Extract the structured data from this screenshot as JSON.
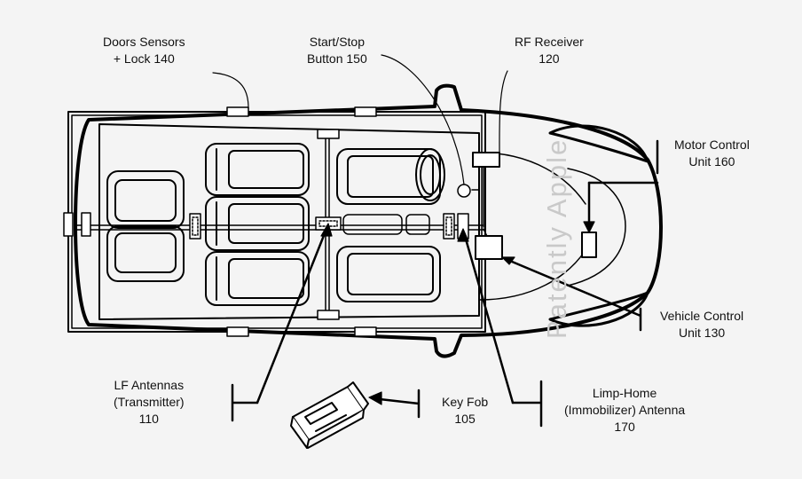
{
  "labels": {
    "doors": {
      "line1": "Doors Sensors",
      "line2": "+ Lock 140"
    },
    "start_stop": {
      "line1": "Start/Stop",
      "line2": "Button 150"
    },
    "rf_receiver": {
      "line1": "RF Receiver",
      "line2": "120"
    },
    "motor_control": {
      "line1": "Motor Control",
      "line2": "Unit 160"
    },
    "vehicle_control": {
      "line1": "Vehicle Control",
      "line2": "Unit 130"
    },
    "lf_antennas": {
      "line1": "LF Antennas",
      "line2": "(Transmitter)",
      "line3": "110"
    },
    "key_fob": {
      "line1": "Key Fob",
      "line2": "105"
    },
    "limp_home": {
      "line1": "Limp-Home",
      "line2": "(Immobilizer) Antenna",
      "line3": "170"
    }
  },
  "watermark": "Patently Apple"
}
